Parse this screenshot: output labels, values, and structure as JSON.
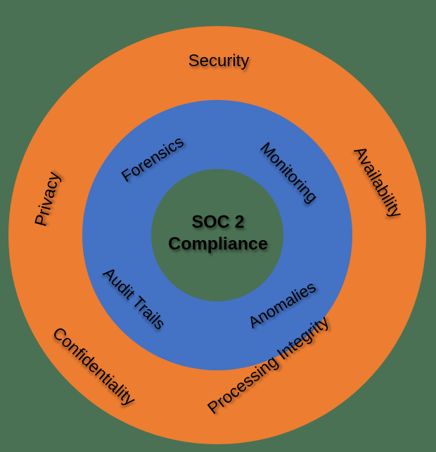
{
  "colors": {
    "background": "#4a7153",
    "outer_ring": "#ED7D31",
    "middle_ring": "#4472C4",
    "center_circle": "#4a7153",
    "text": "#000000"
  },
  "diagram": {
    "title": "SOC 2 Compliance concentric rings diagram",
    "center_label": {
      "line1": "SOC 2",
      "line2": "Compliance"
    },
    "outer_ring_labels": [
      {
        "label": "Security"
      },
      {
        "label": "Availability"
      },
      {
        "label": "Processing Integrity"
      },
      {
        "label": "Confidentiality"
      },
      {
        "label": "Privacy"
      }
    ],
    "middle_ring_labels": [
      {
        "label": "Forensics"
      },
      {
        "label": "Monitoring"
      },
      {
        "label": "Anomalies"
      },
      {
        "label": "Audit Trails"
      }
    ]
  }
}
